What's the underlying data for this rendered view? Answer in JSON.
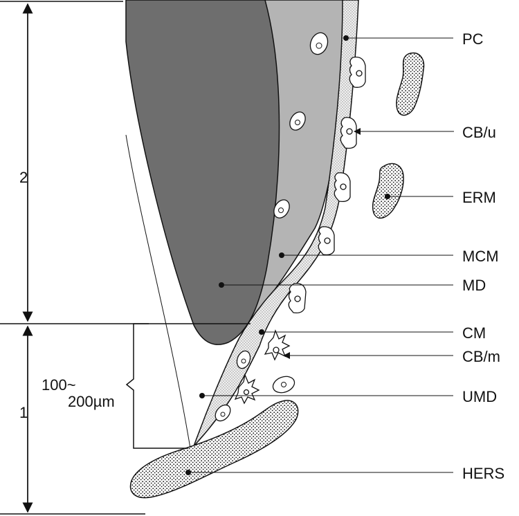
{
  "labels": {
    "pc": "PC",
    "cbu": "CB/u",
    "erm": "ERM",
    "mcm": "MCM",
    "md": "MD",
    "cm": "CM",
    "cbm": "CB/m",
    "umd": "UMD",
    "hers": "HERS"
  },
  "scale": {
    "zone2": "2",
    "zone1": "1",
    "range_line1": "100~",
    "range_line2": "200µm"
  },
  "colors": {
    "dentin": "#6e6e6e",
    "mantle_cement": "#b4b4b4",
    "stipple": "#e8e8e8",
    "outline": "#111111"
  }
}
